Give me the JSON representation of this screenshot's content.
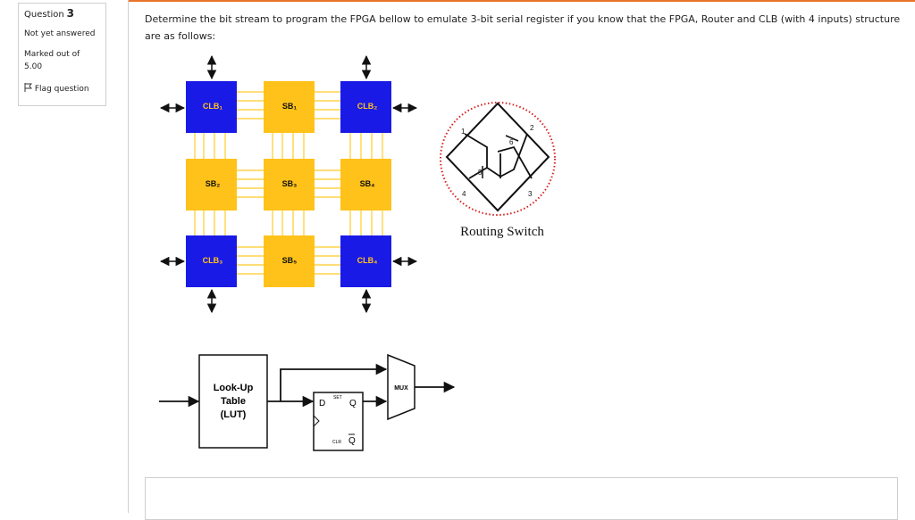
{
  "question": {
    "label": "Question",
    "number": "3",
    "status": "Not yet answered",
    "marked_out_of_label": "Marked out of",
    "marked_out_of_value": "5.00",
    "flag_label": "Flag question",
    "text": "Determine the bit stream to program the FPGA bellow to emulate  3-bit serial register if you know that the FPGA, Router and CLB (with 4 inputs) structure are as follows:"
  },
  "fpga": {
    "clb1": "CLB₁",
    "clb2": "CLB₂",
    "clb3": "CLB₃",
    "clb4": "CLB₄",
    "sb1": "SB₁",
    "sb2": "SB₂",
    "sb3": "SB₃",
    "sb4": "SB₄",
    "sb5": "SB₅"
  },
  "routing_switch": {
    "caption": "Routing Switch",
    "labels": [
      "1",
      "2",
      "3",
      "4",
      "5",
      "6"
    ]
  },
  "clb_diagram": {
    "lut_line1": "Look-Up",
    "lut_line2": "Table",
    "lut_line3": "(LUT)",
    "ff_d": "D",
    "ff_q": "Q",
    "ff_set": "SET",
    "ff_clr": "CLR",
    "ff_qbar": "Q",
    "mux": "MUX"
  },
  "colors": {
    "clb": "#1a1ae6",
    "sb": "#ffc21a",
    "accent": "#e8742a",
    "routing_ring": "#d42020"
  }
}
